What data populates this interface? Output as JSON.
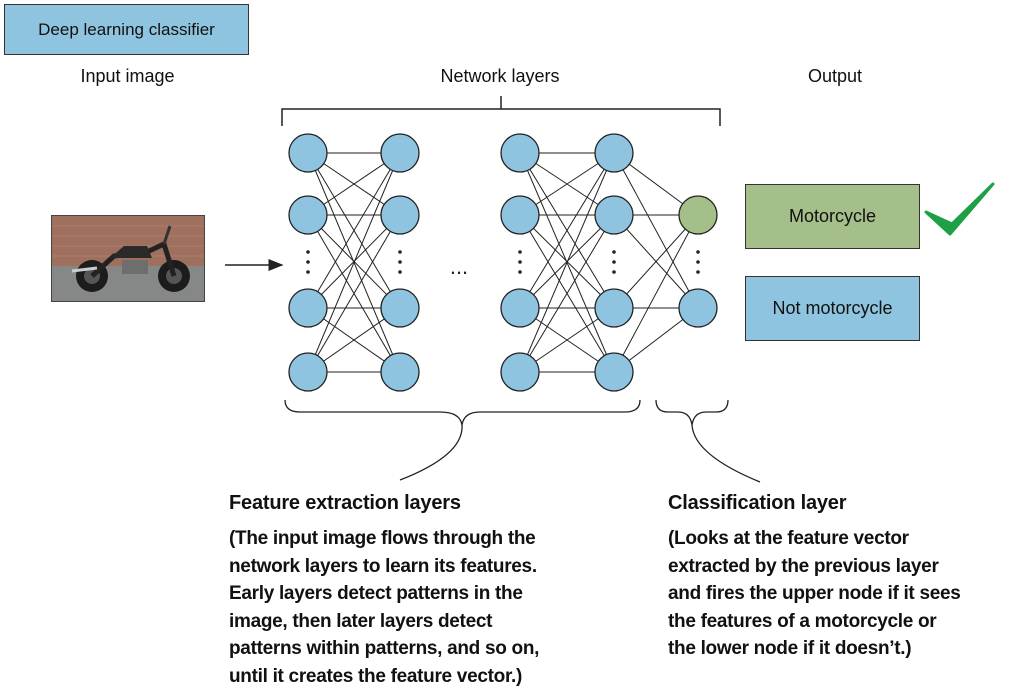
{
  "title": "Deep learning classifier",
  "columns": {
    "input": "Input image",
    "network": "Network layers",
    "output": "Output"
  },
  "ellipsis": "...",
  "outputs": {
    "positive": "Motorcycle",
    "negative": "Not motorcycle"
  },
  "captions": {
    "feature": {
      "title": "Feature extraction layers",
      "body": "(The input image flows through the\nnetwork layers to learn its features.\nEarly layers detect patterns in the\nimage, then later layers detect\npatterns within patterns, and so on,\nuntil it creates the feature vector.)"
    },
    "classification": {
      "title": "Classification layer",
      "body": "(Looks at the feature vector\nextracted by the previous layer\nand fires the upper node if it sees\nthe features of a motorcycle or\nthe lower node if it doesn’t.)"
    }
  },
  "colors": {
    "node_blue": "#8ec4df",
    "node_green": "#a4bf8a",
    "check_green": "#1fa046"
  },
  "icons": {
    "check": "checkmark-icon",
    "arrow": "right-arrow-icon"
  }
}
